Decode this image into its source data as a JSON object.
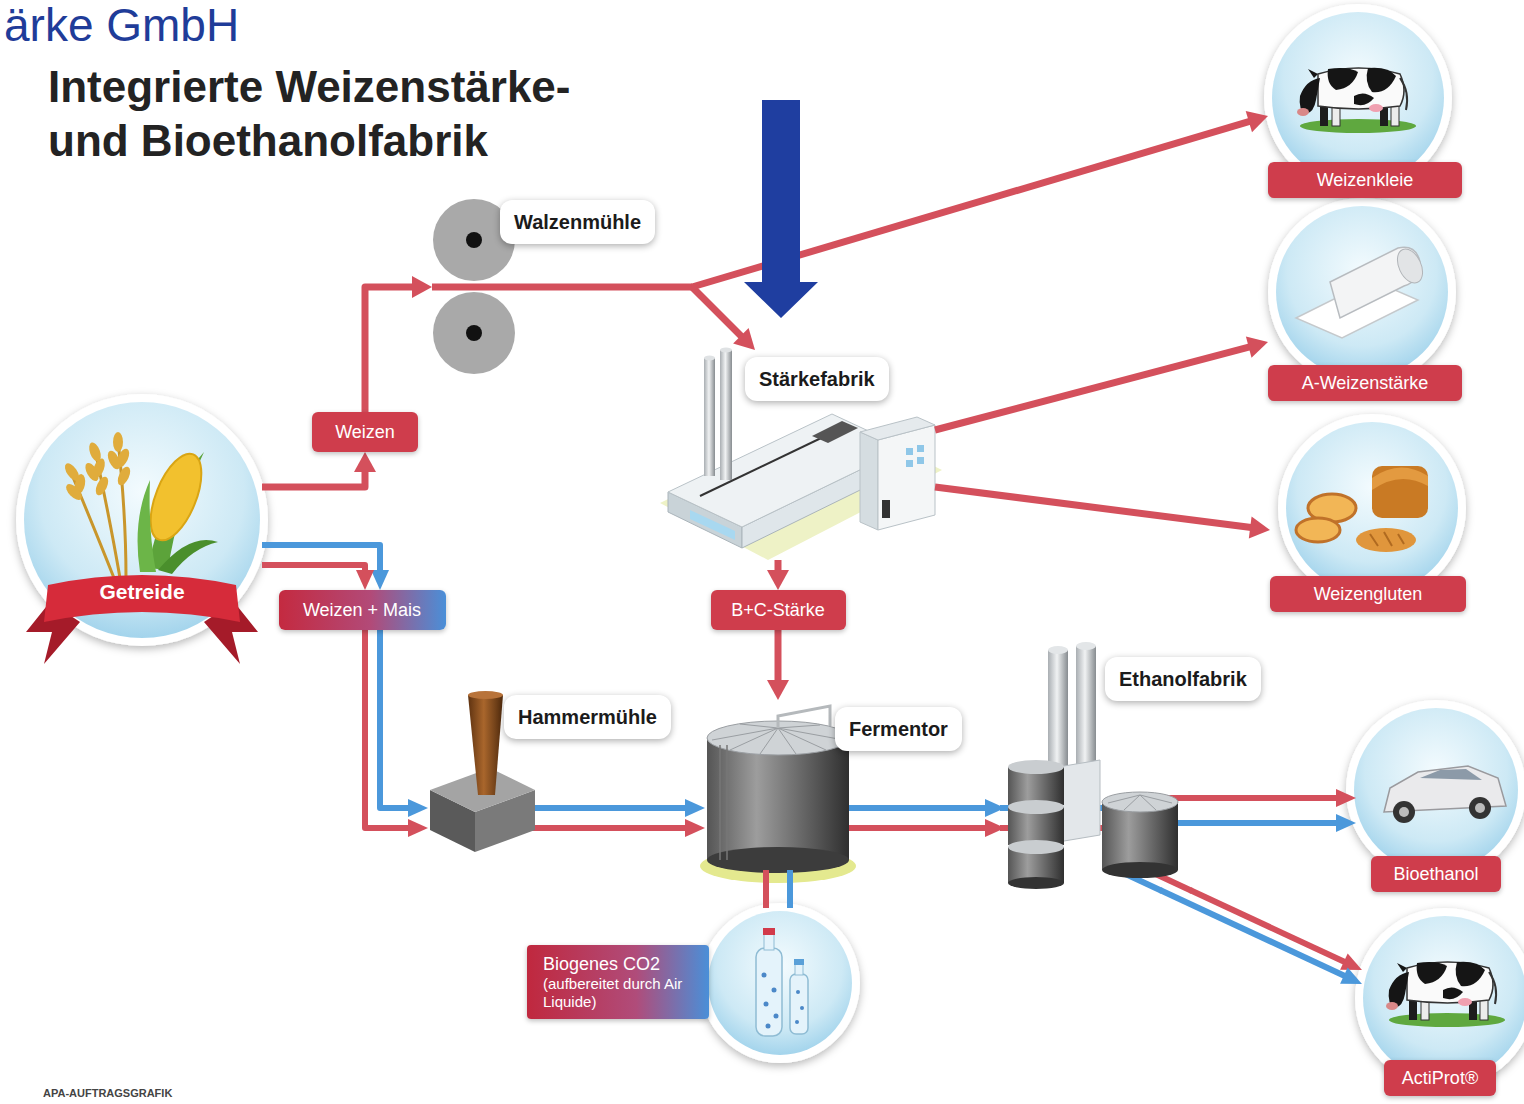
{
  "diagram": {
    "title": "Integrierte Weizenstärke- und Bioethanolfabrik",
    "nodes": [
      {
        "text": [
          "Getreide"
        ]
      },
      {
        "text": [
          "Weizen"
        ]
      },
      {
        "text": [
          "Walzenmühle"
        ]
      },
      {
        "text": [
          "Weizen + Mais"
        ]
      },
      {
        "text": [
          "Stärkefabrik"
        ]
      },
      {
        "text": [
          "Weizenkleie"
        ]
      },
      {
        "text": [
          "A-Weizenstärke"
        ]
      },
      {
        "text": [
          "Weizengluten"
        ]
      },
      {
        "text": [
          "B+C-Stärke"
        ]
      },
      {
        "text": [
          "Hammermühle"
        ]
      },
      {
        "text": [
          "Fermentor"
        ]
      },
      {
        "text": [
          "Ethanolfabrik"
        ]
      },
      {
        "text": [
          "Bioethanol"
        ]
      },
      {
        "text": [
          "Biogenes CO2",
          "(aufbereitet durch Air Liquide)"
        ]
      },
      {
        "text": [
          "ActiProt®"
        ]
      }
    ],
    "edges": [
      {
        "from": 0,
        "to": 1,
        "arrow": "to"
      },
      {
        "from": 1,
        "to": 2,
        "arrow": "to"
      },
      {
        "from": 2,
        "to": 5,
        "arrow": "to"
      },
      {
        "from": 2,
        "to": 4,
        "arrow": "to"
      },
      {
        "from": 4,
        "to": 6,
        "arrow": "to"
      },
      {
        "from": 4,
        "to": 7,
        "arrow": "to"
      },
      {
        "from": 4,
        "to": 8,
        "arrow": "to"
      },
      {
        "from": 8,
        "to": 10,
        "arrow": "to"
      },
      {
        "from": 0,
        "to": 3,
        "arrow": "to"
      },
      {
        "from": 3,
        "to": 9,
        "arrow": "to"
      },
      {
        "from": 9,
        "to": 10,
        "arrow": "to"
      },
      {
        "from": 10,
        "to": 11,
        "arrow": "to"
      },
      {
        "from": 10,
        "to": 13,
        "arrow": "none"
      },
      {
        "from": 11,
        "to": 12,
        "arrow": "to"
      },
      {
        "from": 11,
        "to": 14,
        "arrow": "to"
      }
    ],
    "labels": [
      "ärke GmbH",
      "APA-AUFTRAGSGRAFIK"
    ]
  }
}
